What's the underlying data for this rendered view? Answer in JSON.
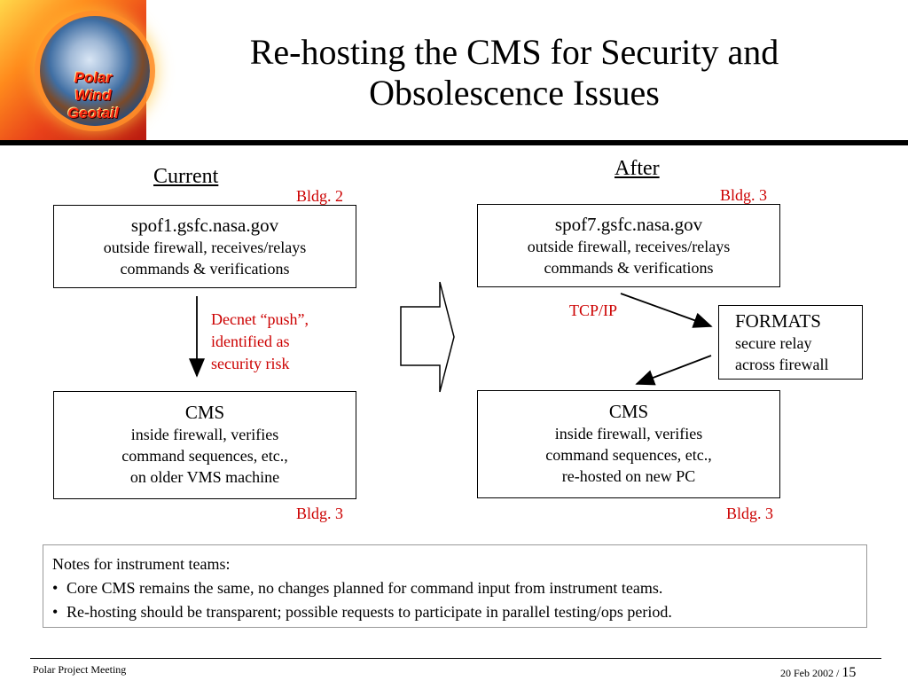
{
  "logo": {
    "line1": "Polar",
    "line2": "Wind",
    "line3": "Geotail"
  },
  "title": {
    "line1": "Re-hosting the CMS for Security and",
    "line2": "Obsolescence Issues"
  },
  "current": {
    "heading": "Current",
    "top_building": "Bldg. 2",
    "top_box": {
      "host": "spof1.gsfc.nasa.gov",
      "line2": "outside firewall, receives/relays",
      "line3": "commands & verifications"
    },
    "link_note": {
      "line1": "Decnet “push”,",
      "line2": "identified as",
      "line3": "security risk"
    },
    "bottom_box": {
      "name": "CMS",
      "line2": "inside firewall, verifies",
      "line3": "command sequences, etc.,",
      "line4": "on older VMS machine"
    },
    "bottom_building": "Bldg. 3"
  },
  "after": {
    "heading": "After",
    "top_building": "Bldg. 3",
    "top_box": {
      "host": "spof7.gsfc.nasa.gov",
      "line2": "outside firewall, receives/relays",
      "line3": "commands & verifications"
    },
    "link_label": "TCP/IP",
    "relay_box": {
      "name": "FORMATS",
      "line2": "secure relay",
      "line3": "across firewall"
    },
    "bottom_box": {
      "name": "CMS",
      "line2": "inside firewall, verifies",
      "line3": "command sequences, etc.,",
      "line4": "re-hosted on new PC"
    },
    "bottom_building": "Bldg. 3"
  },
  "notes": {
    "heading": "Notes for instrument teams:",
    "items": [
      "Core CMS remains the same, no changes planned for command input from instrument teams.",
      "Re-hosting should be transparent; possible requests to participate in parallel testing/ops period."
    ]
  },
  "footer": {
    "left": "Polar Project Meeting",
    "date": "20 Feb 2002 /",
    "page": "15"
  },
  "colors": {
    "annotation": "#cc0000",
    "rule": "#000000"
  },
  "icons": {
    "transition_arrow": "big-right-arrow",
    "flow_arrows": "down-arrow"
  }
}
